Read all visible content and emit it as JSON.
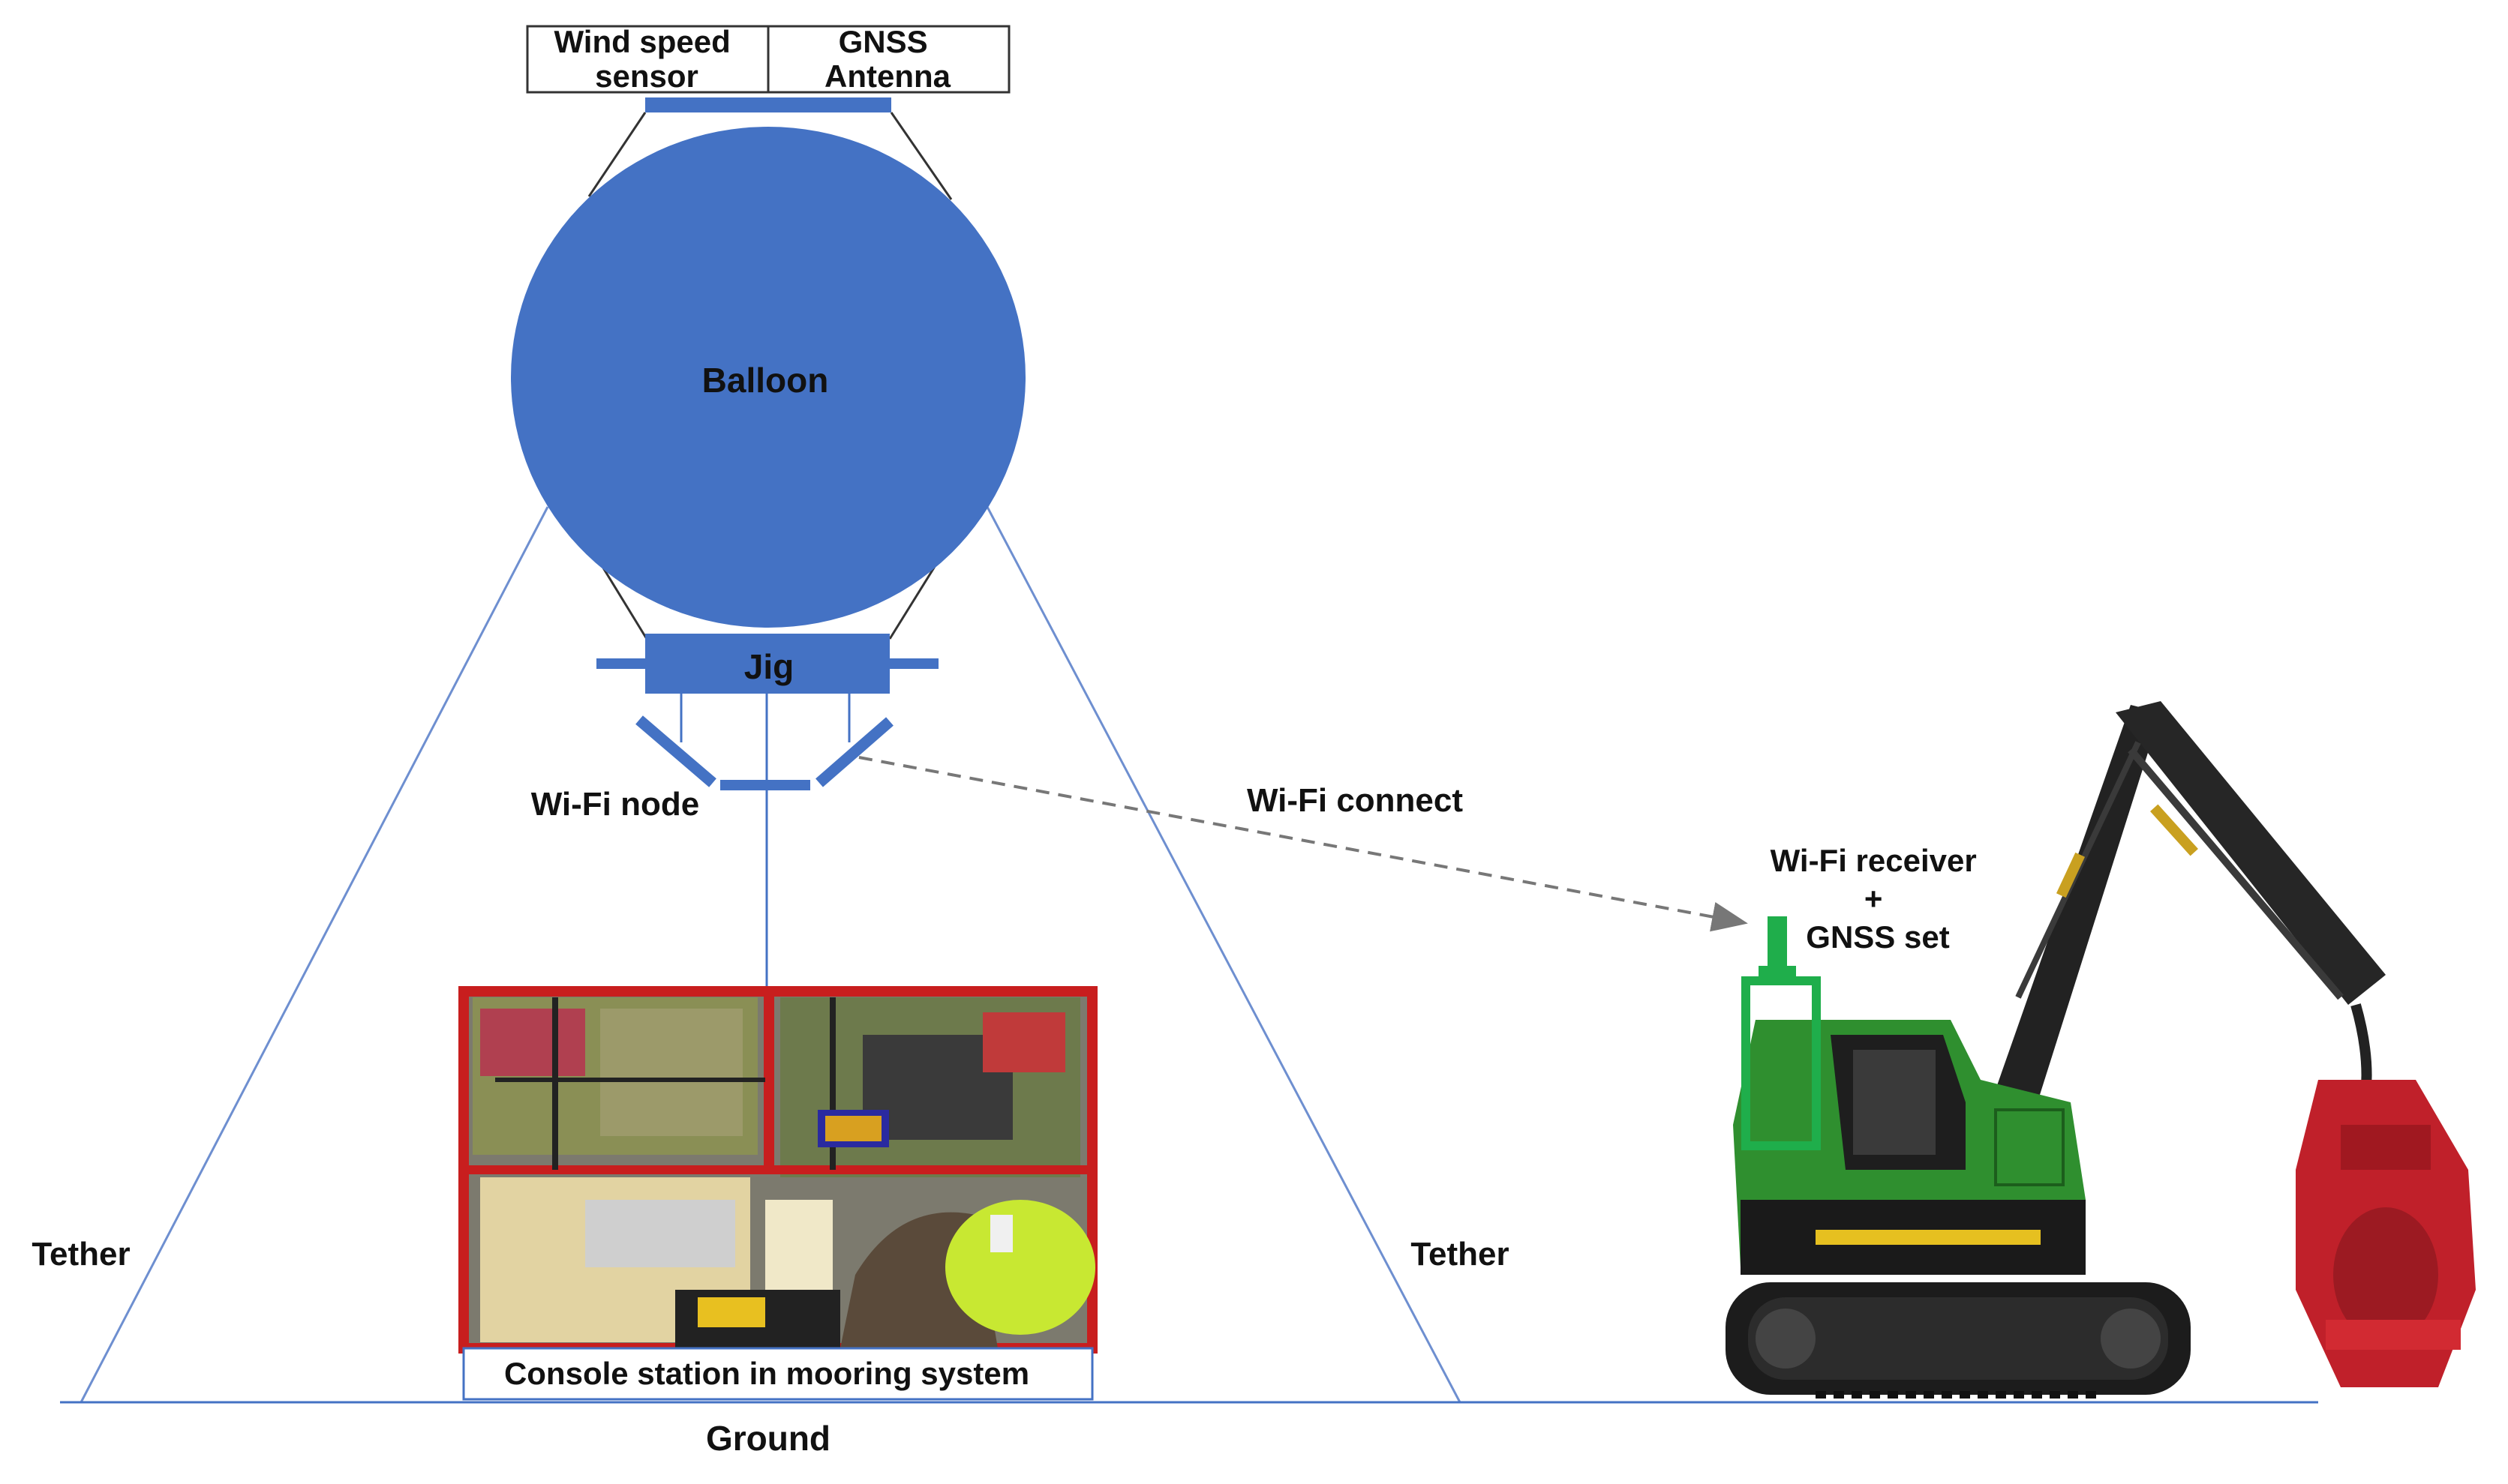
{
  "labels": {
    "wind_speed_sensor": [
      "Wind speed",
      "sensor"
    ],
    "gnss_antenna": [
      "GNSS",
      "Antenna"
    ],
    "balloon": "Balloon",
    "jig": "Jig",
    "wifi_node": "Wi-Fi node",
    "wifi_connect": "Wi-Fi connect",
    "wifi_receiver": [
      "Wi-Fi receiver",
      "+",
      "GNSS set"
    ],
    "tether_left": "Tether",
    "tether_right": "Tether",
    "console_station": "Console station in mooring system",
    "ground": "Ground"
  },
  "colors": {
    "balloon": "#4472c4",
    "tether": "#6e8fd0",
    "receiver": "#1fae4b",
    "machine_body": "#2f8f2f",
    "machine_arm": "#222222",
    "harvester_head": "#c0202a",
    "cab_frame": "#c81e1e"
  }
}
